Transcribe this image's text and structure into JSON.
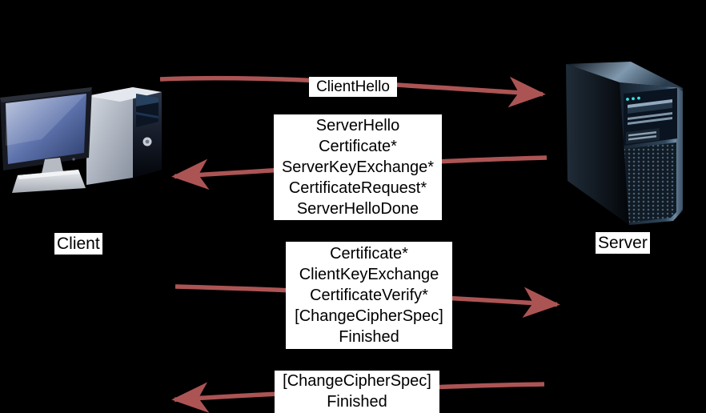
{
  "colors": {
    "bg": "#000000",
    "arrow": "#ac5454",
    "box_bg": "#ffffff",
    "text": "#000000"
  },
  "actors": {
    "client": {
      "label": "Client",
      "icon": "desktop-computer-icon"
    },
    "server": {
      "label": "Server",
      "icon": "server-tower-icon"
    }
  },
  "messages": [
    {
      "from": "client",
      "to": "server",
      "direction": "right",
      "lines": [
        "ClientHello"
      ]
    },
    {
      "from": "server",
      "to": "client",
      "direction": "left",
      "lines": [
        "ServerHello",
        "Certificate*",
        "ServerKeyExchange*",
        "CertificateRequest*",
        "ServerHelloDone"
      ]
    },
    {
      "from": "client",
      "to": "server",
      "direction": "right",
      "lines": [
        "Certificate*",
        "ClientKeyExchange",
        "CertificateVerify*",
        "[ChangeCipherSpec]",
        "Finished"
      ]
    },
    {
      "from": "server",
      "to": "client",
      "direction": "left",
      "lines": [
        "[ChangeCipherSpec]",
        "Finished"
      ]
    }
  ]
}
